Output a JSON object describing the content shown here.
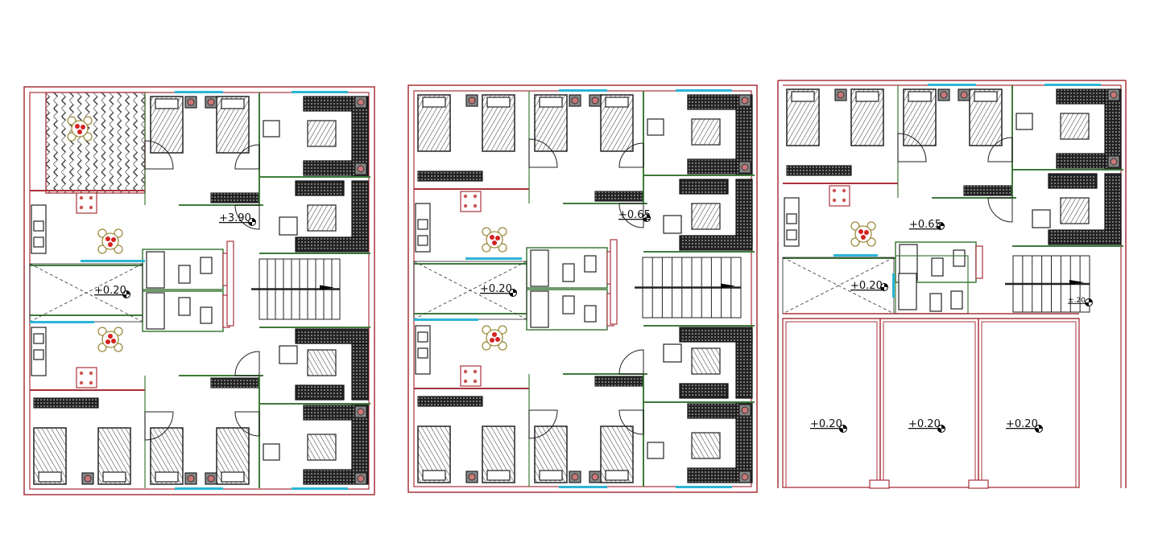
{
  "colors": {
    "outer_wall": "#a8323a",
    "inner_wall": "#3f7a3a",
    "window": "#2bb5d6",
    "furniture": "#333333",
    "flowers": "#d62020",
    "chairs": "#9b8a3c"
  },
  "plans": [
    {
      "levels": [
        "+3.90",
        "+0.20"
      ]
    },
    {
      "levels": [
        "+0.65",
        "+0.20"
      ]
    },
    {
      "levels": [
        "+0.65",
        "+0.20",
        "±.20",
        "+0.20",
        "+0.20",
        "+0.20"
      ]
    }
  ]
}
